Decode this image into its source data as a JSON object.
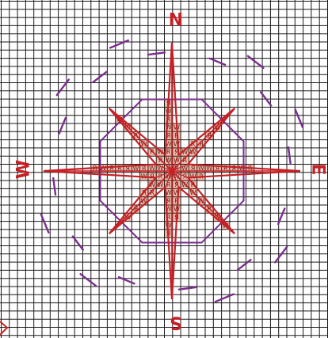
{
  "compass": {
    "north_label": "N",
    "south_label": "S",
    "east_label": "E",
    "west_label": "W"
  },
  "pattern": {
    "fill_symbols": [
      "R",
      "W",
      "Я",
      "W"
    ]
  },
  "colors": {
    "grid": "#1a1a1a",
    "star_outline": "#c62024",
    "star_fill": "#f2b2a2",
    "ring": "#7b2d8e",
    "cell_text": "#5a1a12"
  }
}
